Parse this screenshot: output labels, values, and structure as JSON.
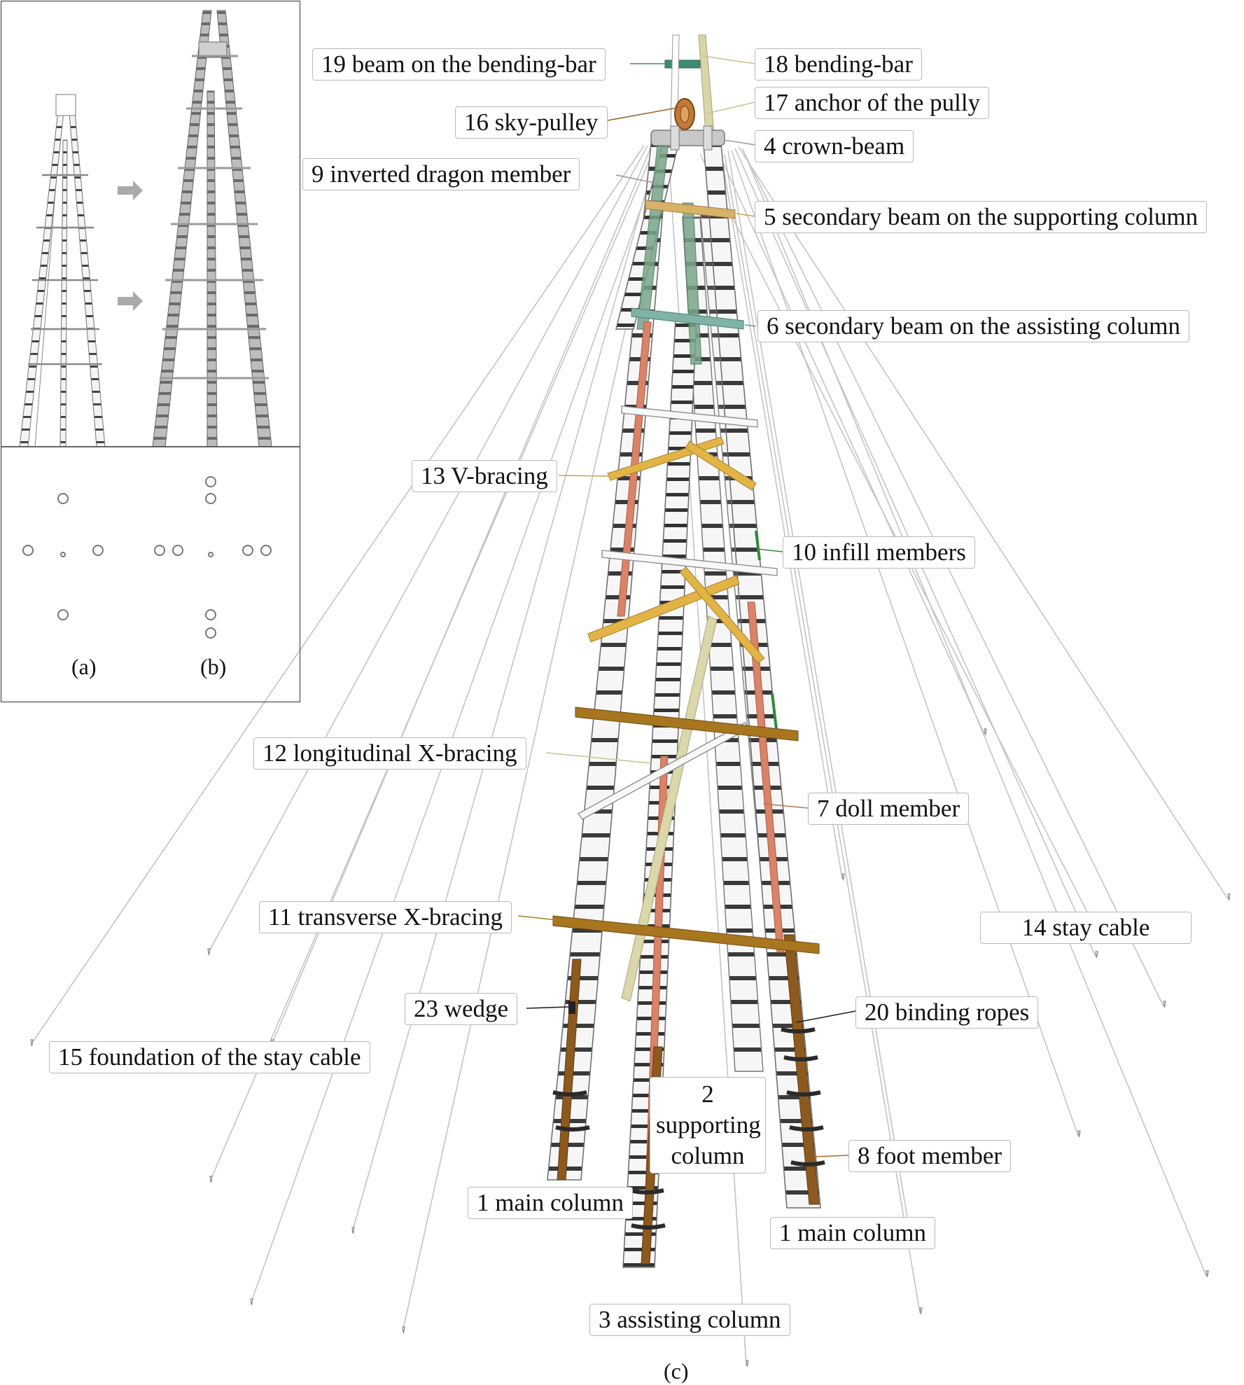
{
  "figure": {
    "panel_captions": {
      "a": "(a)",
      "b": "(b)",
      "c": "(c)"
    },
    "labels": {
      "beam_on_bending_bar": "19 beam on the bending-bar",
      "bending_bar": "18 bending-bar",
      "anchor_of_pulley": "17 anchor of the pully",
      "sky_pulley": "16 sky-pulley",
      "crown_beam": "4 crown-beam",
      "inverted_dragon_member": "9 inverted dragon member",
      "secondary_beam_supporting": "5 secondary beam on the supporting column",
      "secondary_beam_assisting": "6 secondary beam on the assisting column",
      "v_bracing": "13 V-bracing",
      "infill_members": "10 infill members",
      "longitudinal_x_bracing": "12 longitudinal X-bracing",
      "doll_member": "7 doll member",
      "transverse_x_bracing": "11 transverse X-bracing",
      "stay_cable": "14 stay cable",
      "wedge": "23 wedge",
      "binding_ropes": "20 binding ropes",
      "foundation_stay_cable": "15 foundation of the stay cable",
      "supporting_column_line1": "2 supporting",
      "supporting_column_line2": "column",
      "foot_member": "8 foot member",
      "main_column_left": "1 main column",
      "main_column_right": "1 main column",
      "assisting_column": "3 assisting column"
    },
    "colors": {
      "green_beam": "#3f8a74",
      "bending_bar": "#d8d6a6",
      "pulley": "#b06a2c",
      "tan_beam": "#d9b26a",
      "teal_beam": "#7fb3a6",
      "orange_bracing": "#e2b446",
      "brown_bracing": "#a8761f",
      "doll_member": "#d98469",
      "foot_member": "#8d5a1e",
      "inverted_dragon": "#7aa58a",
      "infill": "#2f8a3c",
      "stay_cable_line": "#c8c8c8",
      "binding_ring": "#2c2c2c",
      "column_white": "#f7f7f7",
      "inset_fill": "#c9c9c9"
    }
  }
}
